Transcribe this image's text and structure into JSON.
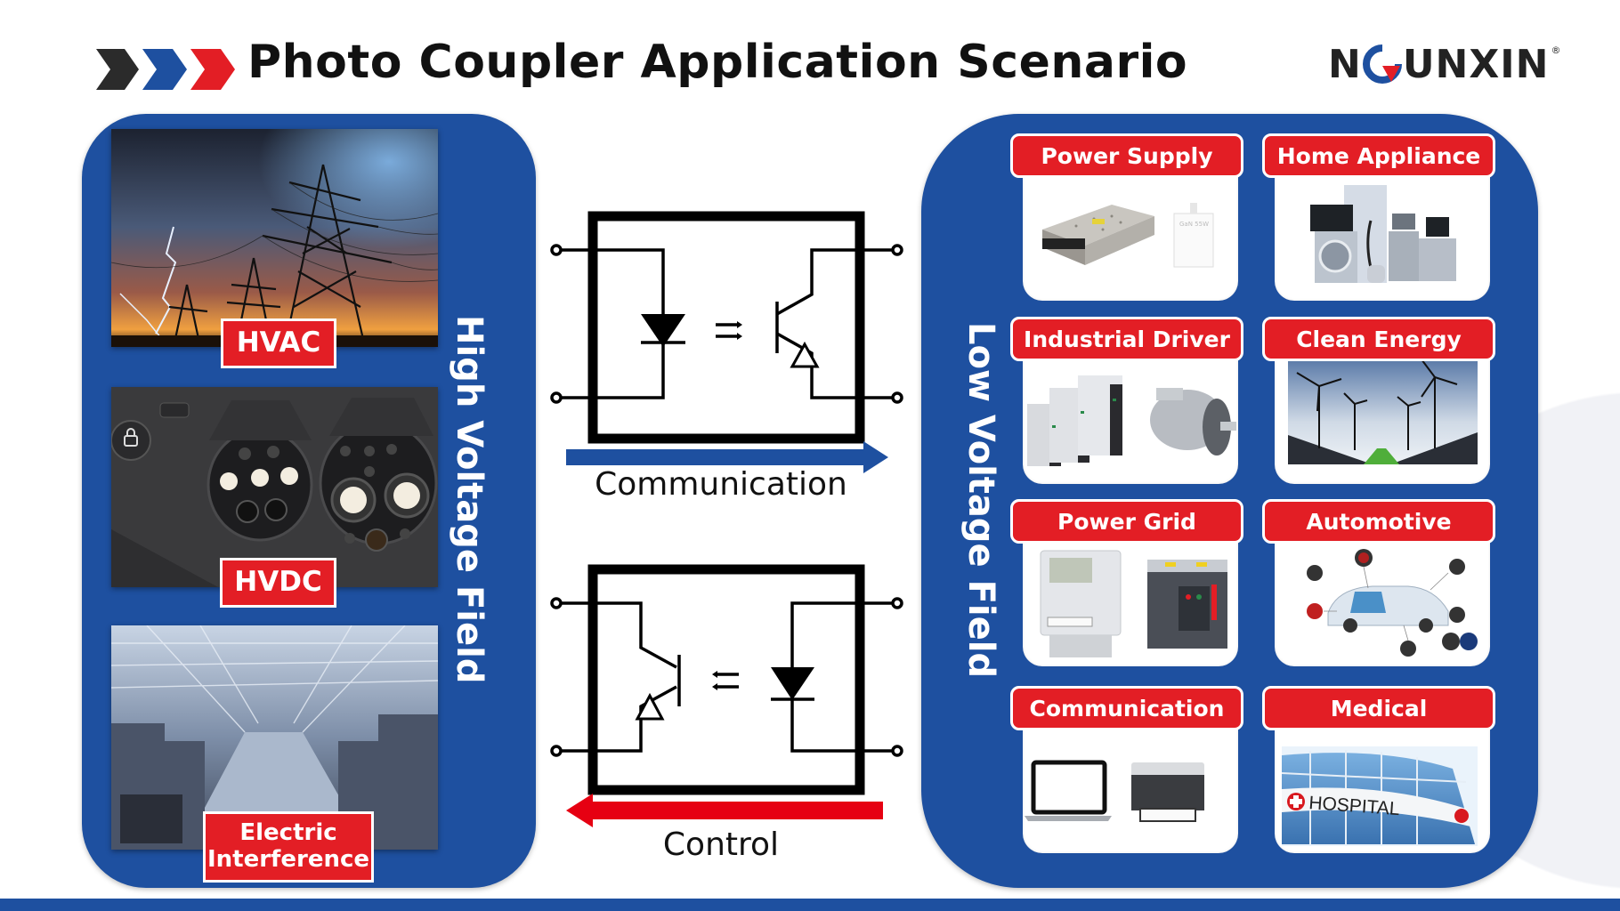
{
  "header": {
    "title": "Photo Coupler Application Scenario",
    "logo_text_left": "N",
    "logo_text_right": "UNXIN",
    "logo_registered": "®"
  },
  "colors": {
    "brand_blue": "#1e50a0",
    "brand_red": "#e31e25",
    "chevron_dark": "#2b2b2b",
    "chevron_blue": "#1e50a0",
    "chevron_red": "#e31e25"
  },
  "high_voltage": {
    "title": "High Voltage Field",
    "scenes": [
      {
        "label": "HVAC",
        "icon": "transmission-tower-icon"
      },
      {
        "label": "HVDC",
        "icon": "ev-charging-port-icon"
      },
      {
        "label": "Electric Interference",
        "label_line1": "Electric",
        "label_line2": "Interference",
        "icon": "factory-icon"
      }
    ]
  },
  "diagrams": {
    "top": {
      "label": "Communication",
      "direction": "left-to-right",
      "arrow_color": "#1e50a0"
    },
    "bottom": {
      "label": "Control",
      "direction": "right-to-left",
      "arrow_color": "#e60012"
    }
  },
  "low_voltage": {
    "title": "Low Voltage Field",
    "applications": [
      {
        "label": "Power Supply",
        "icon": "power-supply-icon",
        "charger_text": "GaN 55W"
      },
      {
        "label": "Home Appliance",
        "icon": "home-appliance-icon"
      },
      {
        "label": "Industrial Driver",
        "icon": "industrial-driver-icon"
      },
      {
        "label": "Clean Energy",
        "icon": "wind-solar-icon"
      },
      {
        "label": "Power Grid",
        "icon": "power-meter-icon"
      },
      {
        "label": "Automotive",
        "icon": "automotive-icon"
      },
      {
        "label": "Communication",
        "icon": "laptop-printer-icon"
      },
      {
        "label": "Medical",
        "icon": "hospital-icon",
        "sign_text": "HOSPITAL"
      }
    ]
  }
}
